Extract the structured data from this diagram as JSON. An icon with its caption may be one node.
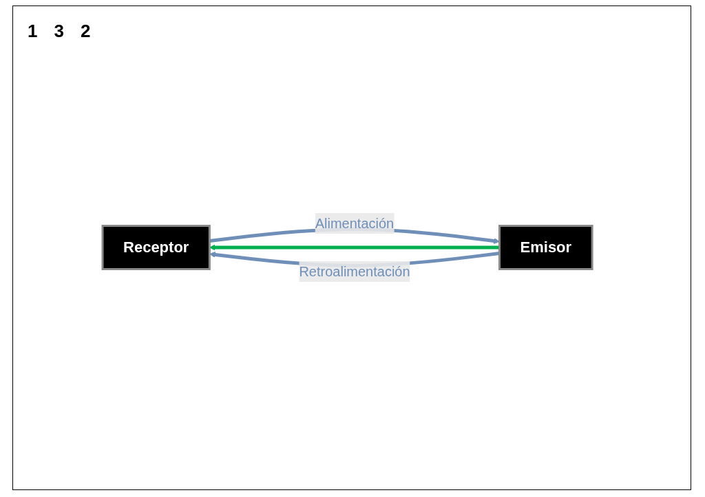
{
  "diagram": {
    "nodes": [
      {
        "text": [
          "Receptor"
        ]
      },
      {
        "text": [
          "Emisor"
        ]
      }
    ],
    "edges": [
      {
        "from": 0,
        "to": 1,
        "arrow": "to",
        "label": "Alimentación"
      },
      {
        "from": 1,
        "to": 0,
        "arrow": "to",
        "color": "#00b050"
      },
      {
        "from": 1,
        "to": 0,
        "arrow": "to",
        "label": "Retroalimentación"
      }
    ],
    "labels": [
      "1",
      "3",
      "2"
    ]
  }
}
